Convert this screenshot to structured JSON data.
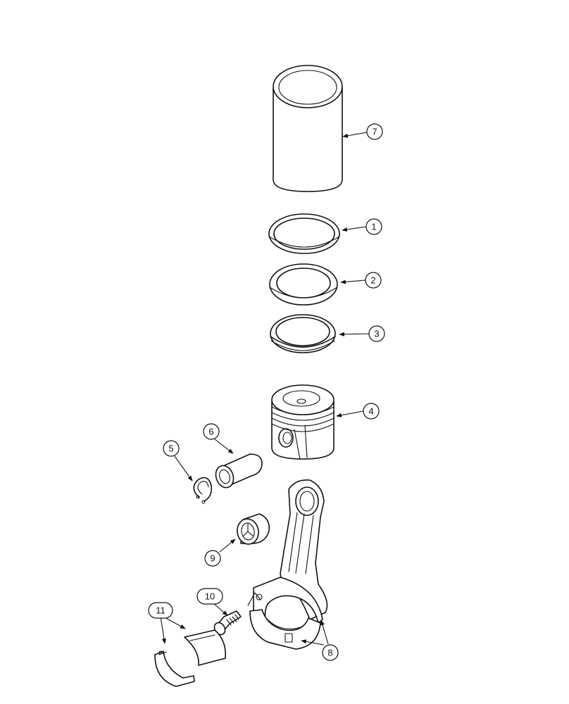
{
  "callouts": [
    {
      "id": "7",
      "label": "7"
    },
    {
      "id": "1",
      "label": "1"
    },
    {
      "id": "2",
      "label": "2"
    },
    {
      "id": "3",
      "label": "3"
    },
    {
      "id": "4",
      "label": "4"
    },
    {
      "id": "5",
      "label": "5"
    },
    {
      "id": "6",
      "label": "6"
    },
    {
      "id": "9",
      "label": "9"
    },
    {
      "id": "10",
      "label": "10"
    },
    {
      "id": "11",
      "label": "11"
    },
    {
      "id": "8",
      "label": "8"
    }
  ],
  "colors": {
    "ink": "#111111",
    "paper": "#ffffff"
  }
}
